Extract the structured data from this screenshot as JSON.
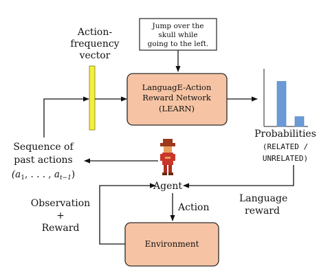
{
  "instruction": {
    "line1": "Jump over the",
    "line2": "skull while",
    "line3": "going to the left."
  },
  "action_frequency": {
    "line1": "Action-",
    "line2": "frequency",
    "line3": "vector"
  },
  "network": {
    "line1": "LanguagE-Action",
    "line2": "Reward Network",
    "line3": "(LEARN)"
  },
  "probabilities": {
    "title": "Probabilities",
    "line2": "(RELATED /",
    "line3": "UNRELATED)"
  },
  "past_actions": {
    "line1": "Sequence of",
    "line2": "past actions",
    "line3": "(a1, . . . , at−1)"
  },
  "agent_label": "Agent",
  "action_label": "Action",
  "observation": {
    "line1": "Observation",
    "line2": "+",
    "line3": "Reward"
  },
  "language_reward": {
    "line1": "Language",
    "line2": "reward"
  },
  "environment_label": "Environment",
  "chart_data": {
    "type": "bar",
    "categories": [
      "RELATED",
      "UNRELATED"
    ],
    "values": [
      0.82,
      0.18
    ],
    "ylim": [
      0,
      1
    ],
    "grid": false,
    "color": "#6b9bd6"
  },
  "colors": {
    "box_fill": "#f6c4a4",
    "box_stroke": "#2a2a2a",
    "vector_fill": "#f4ef3a",
    "bar_fill": "#6b9bd6"
  }
}
